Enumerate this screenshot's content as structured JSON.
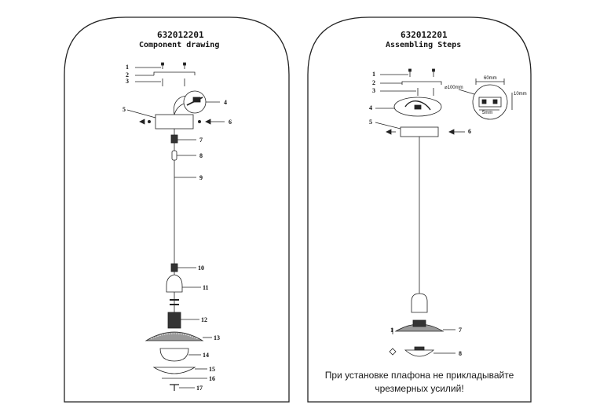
{
  "left_panel": {
    "model": "632012201",
    "title": "Component drawing",
    "callouts": [
      "1",
      "2",
      "3",
      "5",
      "4",
      "6",
      "7",
      "8",
      "9",
      "10",
      "11",
      "12",
      "13",
      "14",
      "15",
      "16",
      "17"
    ]
  },
  "right_panel": {
    "model": "632012201",
    "title": "Assembling Steps",
    "callouts": [
      "1",
      "2",
      "3",
      "4",
      "5",
      "6",
      "7",
      "8"
    ],
    "dimensions": {
      "diameter": "⌀100mm",
      "width": "60mm",
      "height": "10mm",
      "offset": "5mm"
    },
    "warning_line1": "При установке плафона не прикладывайте",
    "warning_line2": "чрезмерных усилий!"
  },
  "colors": {
    "line": "#222222",
    "fill_dark": "#333333",
    "fill_mid": "#9a9a9a"
  }
}
